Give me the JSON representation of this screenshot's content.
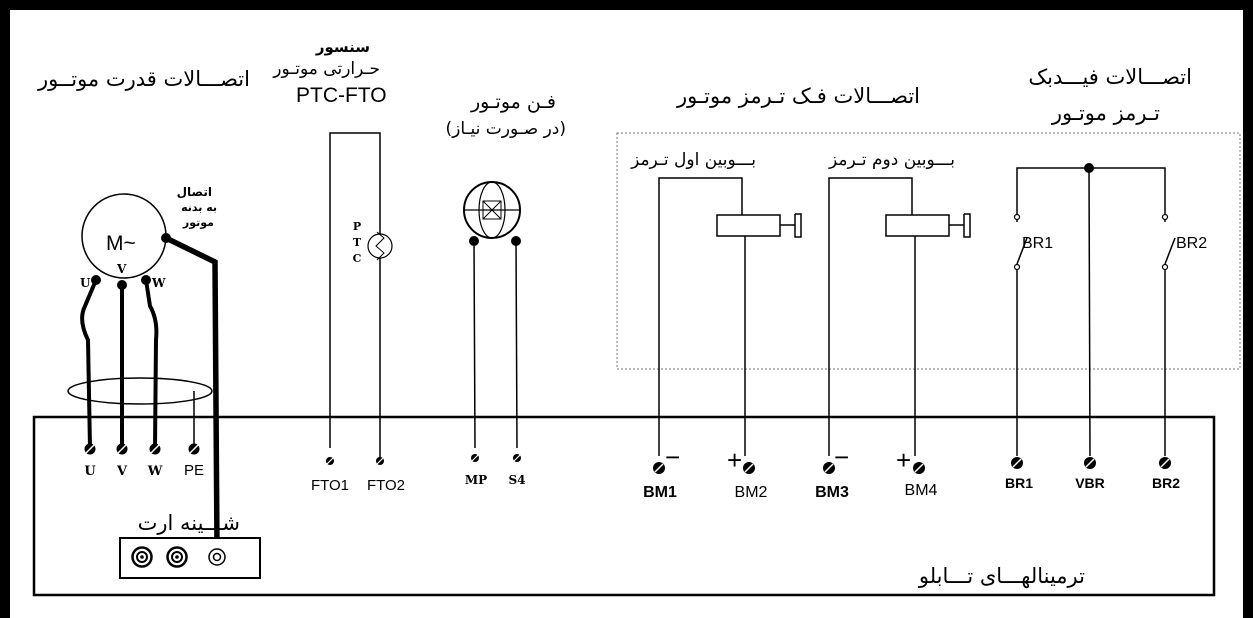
{
  "headings": {
    "power": "اتصـــالات قدرت موتــور",
    "sensor_line1": "سنسور",
    "sensor_line2": "حـرارتی موتـور",
    "sensor_model": "PTC-FTO",
    "fan_line1": "فـن موتـور",
    "fan_line2": "(در صـورت نیـاز)",
    "brake": "اتصـــالات فـک تـرمز موتـور",
    "feedback_line1": "اتصـــالات فیـــدبک",
    "feedback_line2": "تـرمز موتـور"
  },
  "motor": {
    "symbol": "M~",
    "ground_line1": "اتصال",
    "ground_line2": "به بدنه",
    "ground_line3": "موتور",
    "pin_u": "U",
    "pin_v": "V",
    "pin_w": "W"
  },
  "ptc_letters": [
    "P",
    "T",
    "C"
  ],
  "coils": {
    "first": "بـــوبین اول تـرمز",
    "second": "بـــوبین دوم تـرمز"
  },
  "switches": {
    "br1": "BR1",
    "br2": "BR2"
  },
  "terminals": {
    "u": "U",
    "v": "V",
    "w": "W",
    "pe": "PE",
    "fto1": "FTO1",
    "fto2": "FTO2",
    "mp": "MP",
    "s4": "S4",
    "bm1": "BM1",
    "bm2": "BM2",
    "bm3": "BM3",
    "bm4": "BM4",
    "br1": "BR1",
    "vbr": "VBR",
    "br2": "BR2"
  },
  "polarity": {
    "minus": "−",
    "plus": "+"
  },
  "earth_bar": "شـــینه ارت",
  "panel": "ترمینالهـــای تـــابلو"
}
